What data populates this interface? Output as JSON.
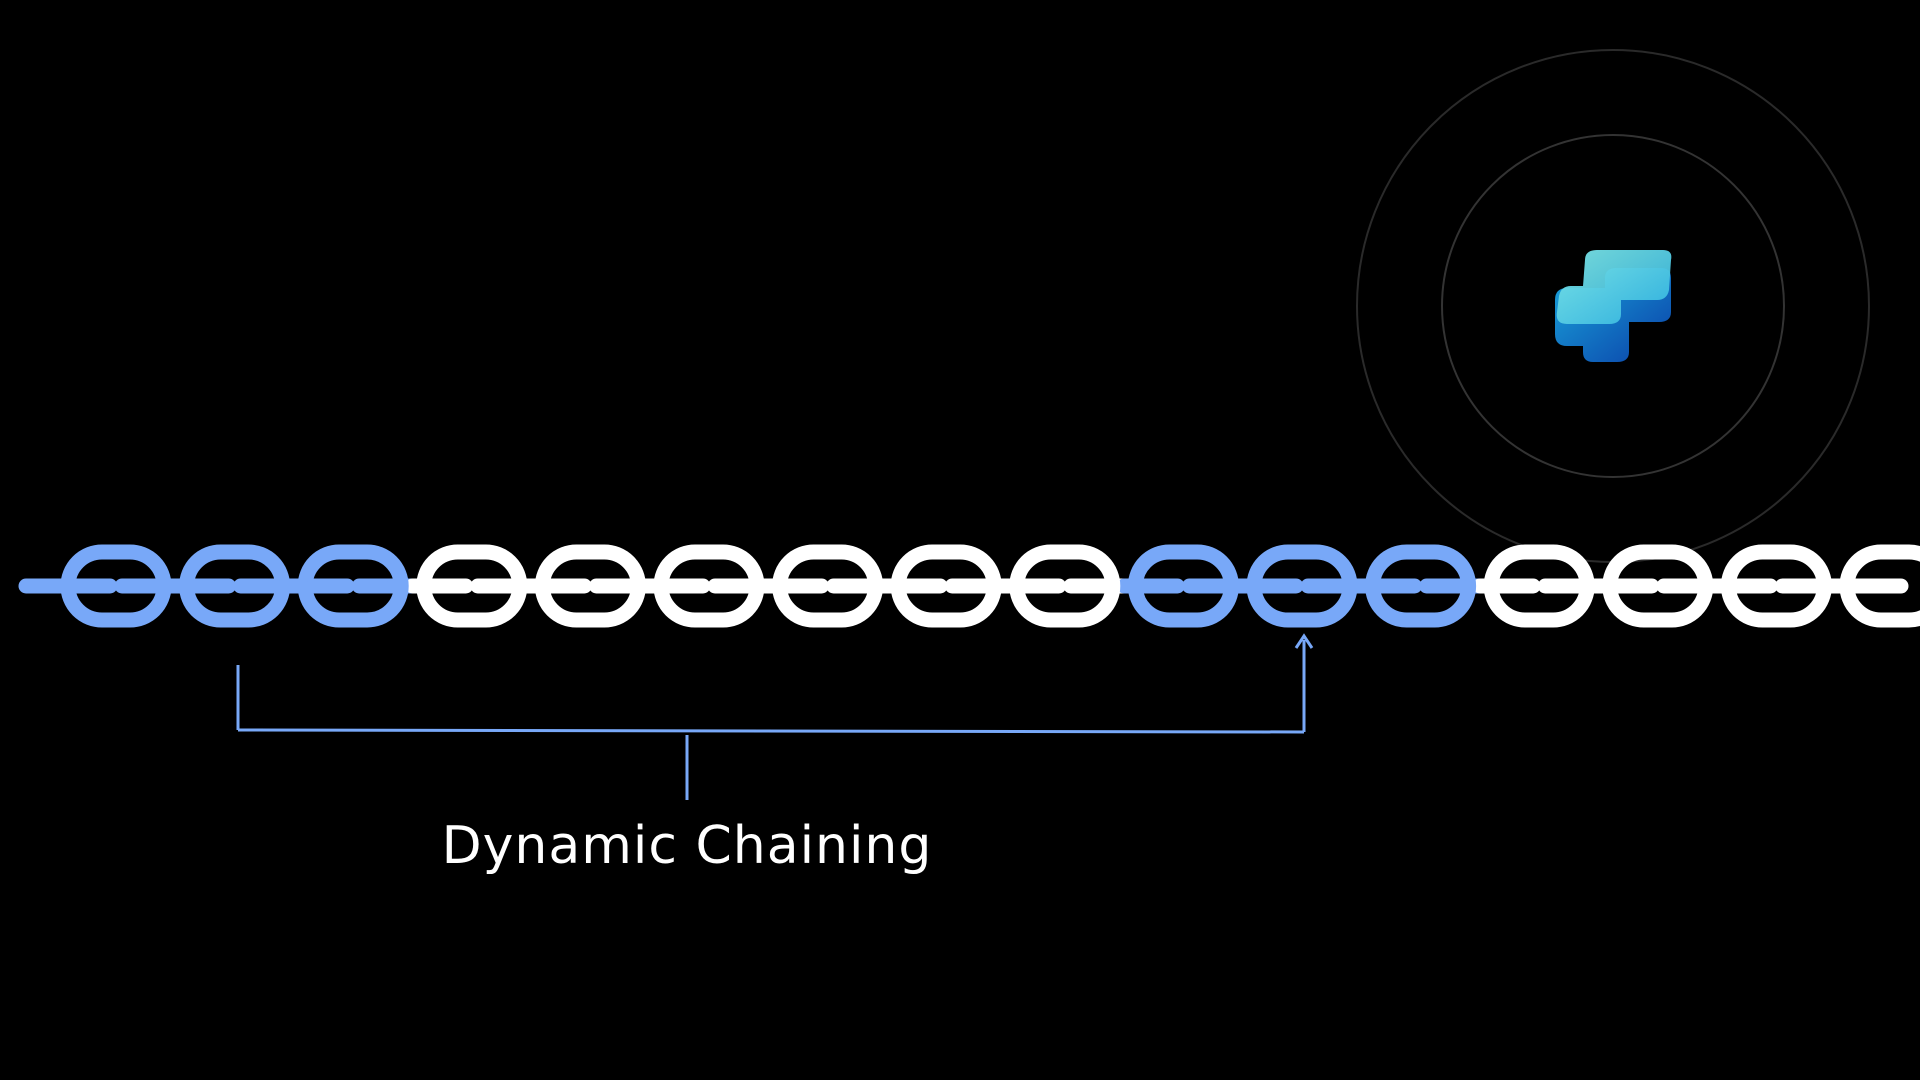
{
  "caption": "Dynamic Chaining",
  "colors": {
    "background": "#000000",
    "highlight": "#78a8f8",
    "normal": "#ffffff",
    "ring": "#333333",
    "logo_light": "#56d7e2",
    "logo_mid": "#1d9bd9",
    "logo_dark": "#0a3fa8"
  },
  "chain": {
    "link_count": 16,
    "highlighted_links": [
      0,
      1,
      2,
      9,
      10,
      11
    ]
  },
  "bracket": {
    "from_link": 1,
    "to_link": 10
  },
  "logo": {
    "icon": "copilot-studio-logo-icon"
  }
}
